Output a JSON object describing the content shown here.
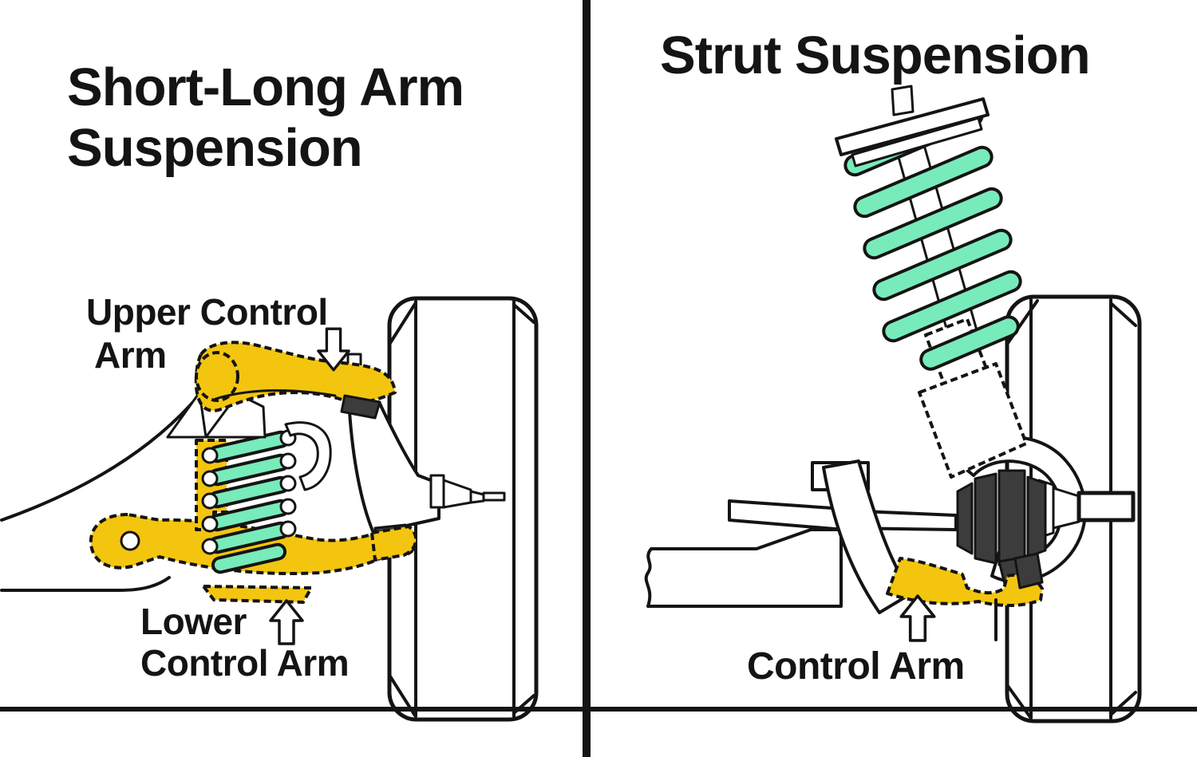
{
  "colors": {
    "paper": "#FFFFFF",
    "outline": "#141414",
    "part-yellow": "#F3C50E",
    "spring-mint": "#78EBBA",
    "boot-gray": "#3C3C3C"
  },
  "left_panel": {
    "title_line1": "Short-Long Arm",
    "title_line2": "Suspension",
    "upper_label_line1": "Upper Control",
    "upper_label_line2": "Arm",
    "lower_label_line1": "Lower",
    "lower_label_line2": "Control Arm"
  },
  "right_panel": {
    "title": "Strut Suspension",
    "control_arm_label": "Control Arm"
  }
}
